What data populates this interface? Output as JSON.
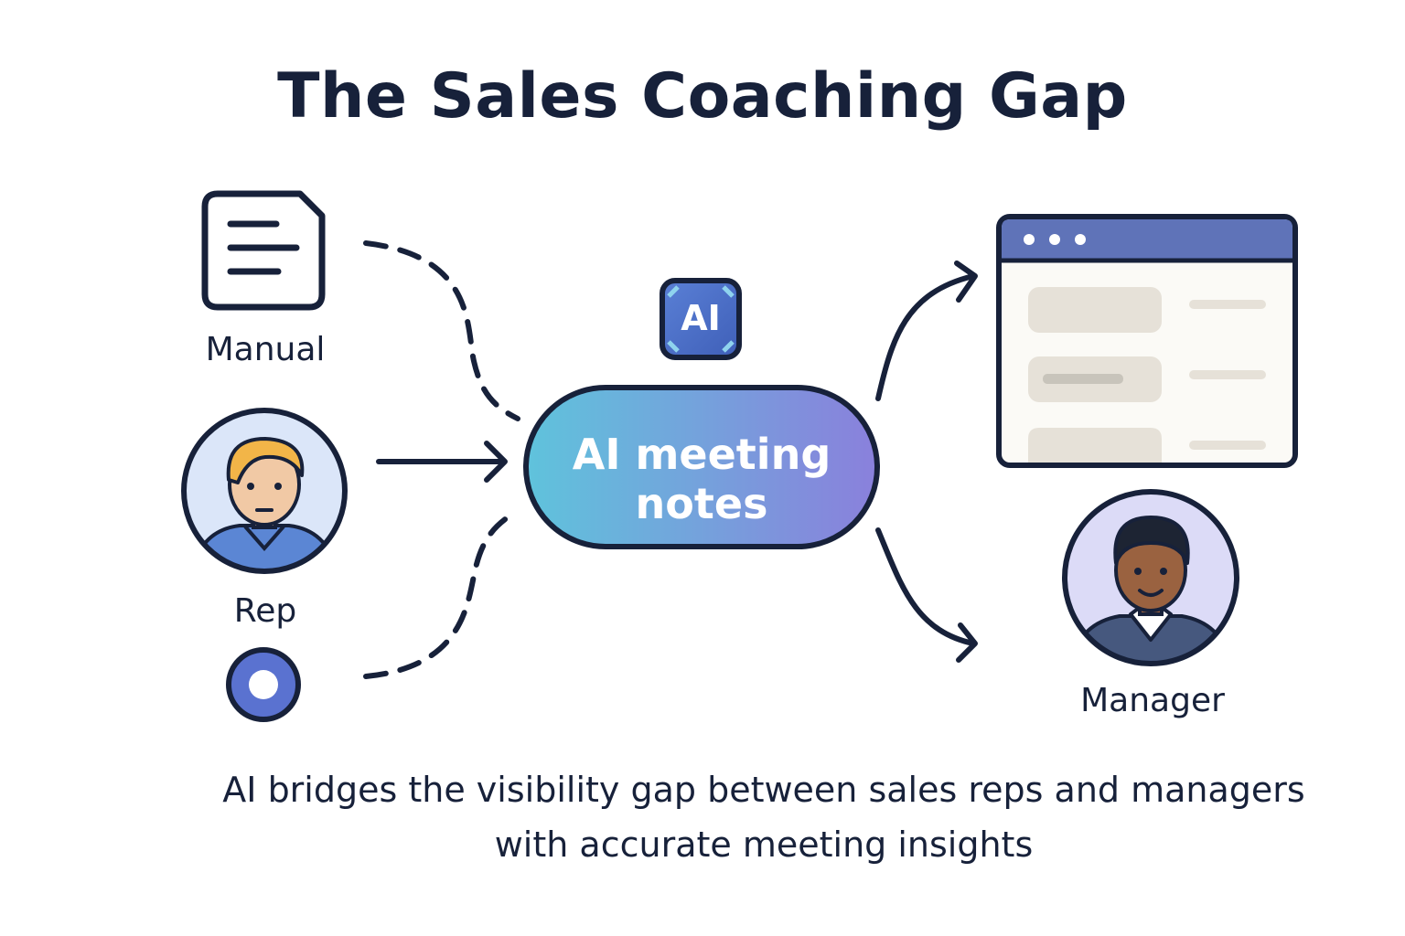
{
  "title": "The Sales Coaching Gap",
  "inputs": {
    "manual_label": "Manual",
    "rep_label": "Rep"
  },
  "hub": {
    "badge_text": "AI",
    "line1": "AI meeting",
    "line2": "notes"
  },
  "outputs": {
    "manager_label": "Manager"
  },
  "caption": {
    "line1": "AI bridges the visibility gap between sales reps and managers",
    "line2": "with accurate meeting insights"
  },
  "colors": {
    "ink": "#17213a",
    "pill_start": "#5fc3dc",
    "pill_end": "#8a80dc",
    "window_header": "#5f73b8",
    "window_body": "#fbfaf6",
    "window_block": "#e6e1d8",
    "rep_bg": "#dbe6f9",
    "manager_bg": "#dcdbf7",
    "record_dot": "#5a72d0"
  },
  "icons": {
    "manual": "document-icon",
    "rep": "person-avatar-icon",
    "record": "record-dot-icon",
    "ai": "ai-chip-icon",
    "dashboard": "browser-window-icon",
    "manager": "manager-avatar-icon"
  }
}
